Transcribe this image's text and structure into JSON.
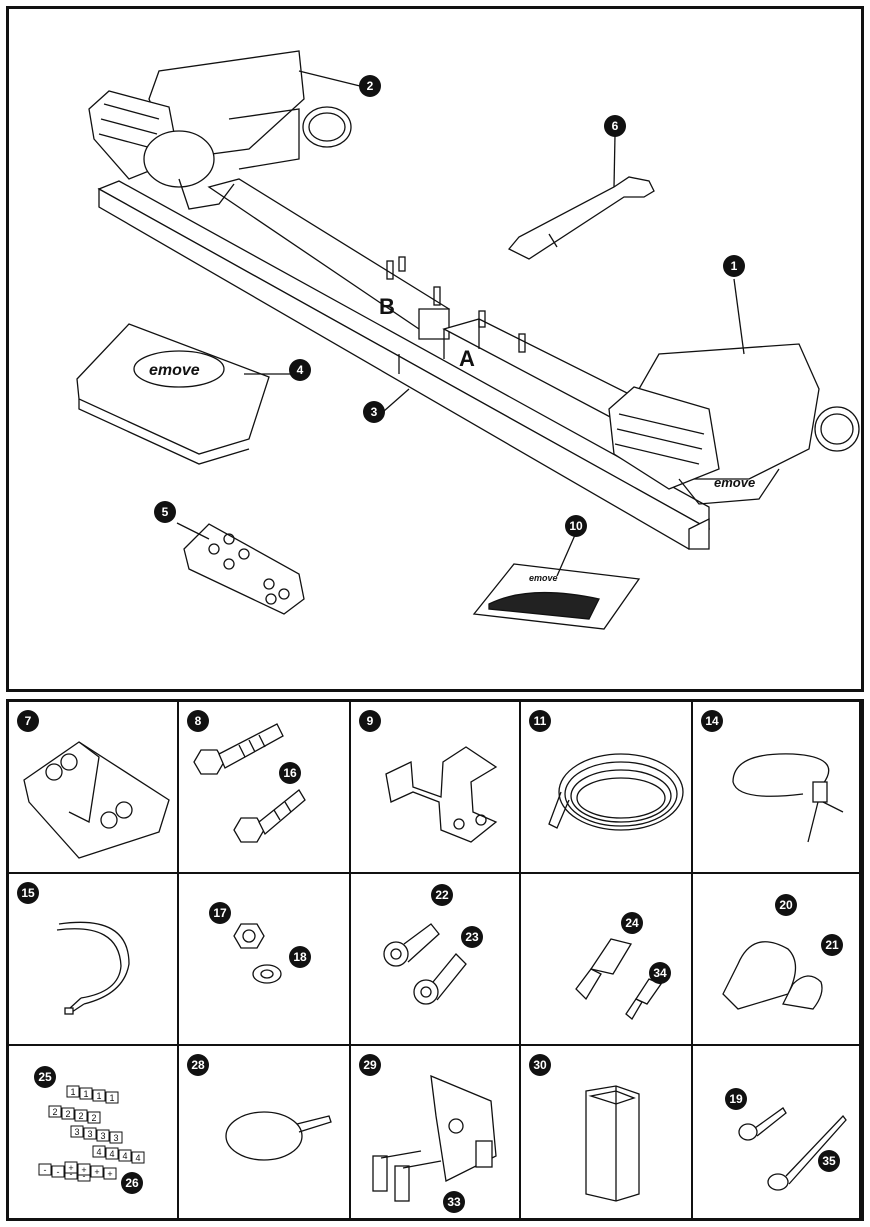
{
  "main": {
    "callouts": [
      "1",
      "2",
      "3",
      "4",
      "5",
      "6",
      "10"
    ],
    "labels": {
      "b": "B",
      "a": "A"
    },
    "brand_logo": "emove"
  },
  "grid": {
    "cells": [
      {
        "badges": [
          "7"
        ]
      },
      {
        "badges": [
          "8",
          "16"
        ]
      },
      {
        "badges": [
          "9"
        ]
      },
      {
        "badges": [
          "11"
        ]
      },
      {
        "badges": [
          "14"
        ]
      },
      {
        "badges": [
          "15"
        ]
      },
      {
        "badges": [
          "17",
          "18"
        ]
      },
      {
        "badges": [
          "22",
          "23"
        ]
      },
      {
        "badges": [
          "24",
          "34"
        ]
      },
      {
        "badges": [
          "20",
          "21"
        ]
      },
      {
        "badges": [
          "25",
          "26"
        ]
      },
      {
        "badges": [
          "28"
        ]
      },
      {
        "badges": [
          "29",
          "33"
        ]
      },
      {
        "badges": [
          "30"
        ]
      },
      {
        "badges": [
          "19",
          "35"
        ]
      }
    ],
    "sticker_rows": [
      "1",
      "2",
      "3",
      "4",
      "-",
      "+"
    ]
  }
}
